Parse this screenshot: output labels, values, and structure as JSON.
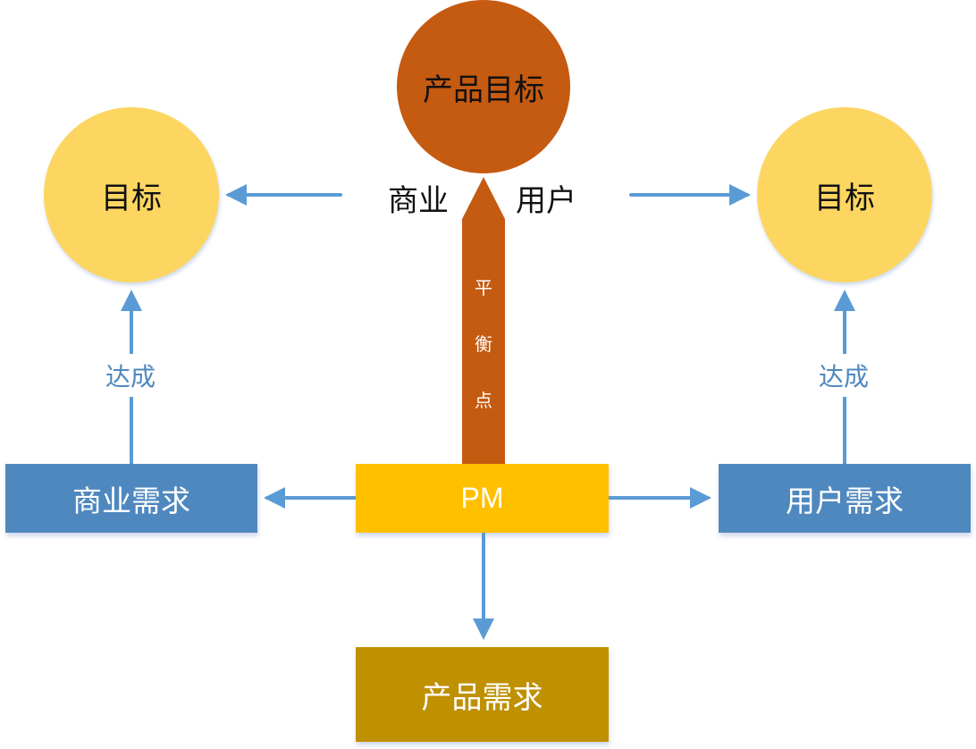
{
  "diagram": {
    "product_goal": "产品目标",
    "left_goal": "目标",
    "right_goal": "目标",
    "business_label": "商业",
    "user_label": "用户",
    "balance_point": [
      "平",
      "衡",
      "点"
    ],
    "achieve_left": "达成",
    "achieve_right": "达成",
    "business_needs": "商业需求",
    "user_needs": "用户需求",
    "pm": "PM",
    "product_needs": "产品需求"
  },
  "colors": {
    "product_goal": "#C55A11",
    "goal": "#FDD662",
    "needs_box": "#4F88BE",
    "pm_box": "#FFC000",
    "product_needs_box": "#BF9000",
    "arrow": "#5B9BD5"
  }
}
